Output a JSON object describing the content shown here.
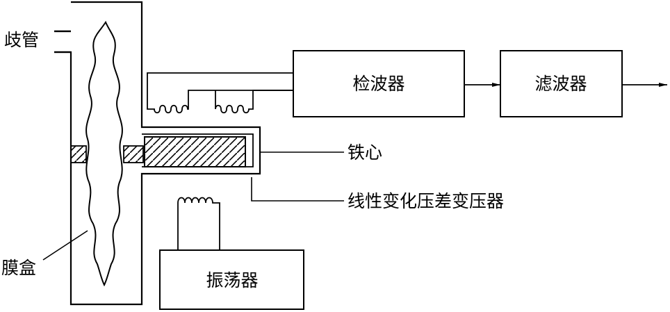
{
  "labels": {
    "manifold": "歧管",
    "capsule": "膜盒",
    "iron_core": "铁心",
    "lvdt": "线性变化压差变压器",
    "detector": "检波器",
    "filter": "滤波器",
    "oscillator": "振荡器"
  },
  "colors": {
    "line": "#000000",
    "background": "#ffffff"
  }
}
